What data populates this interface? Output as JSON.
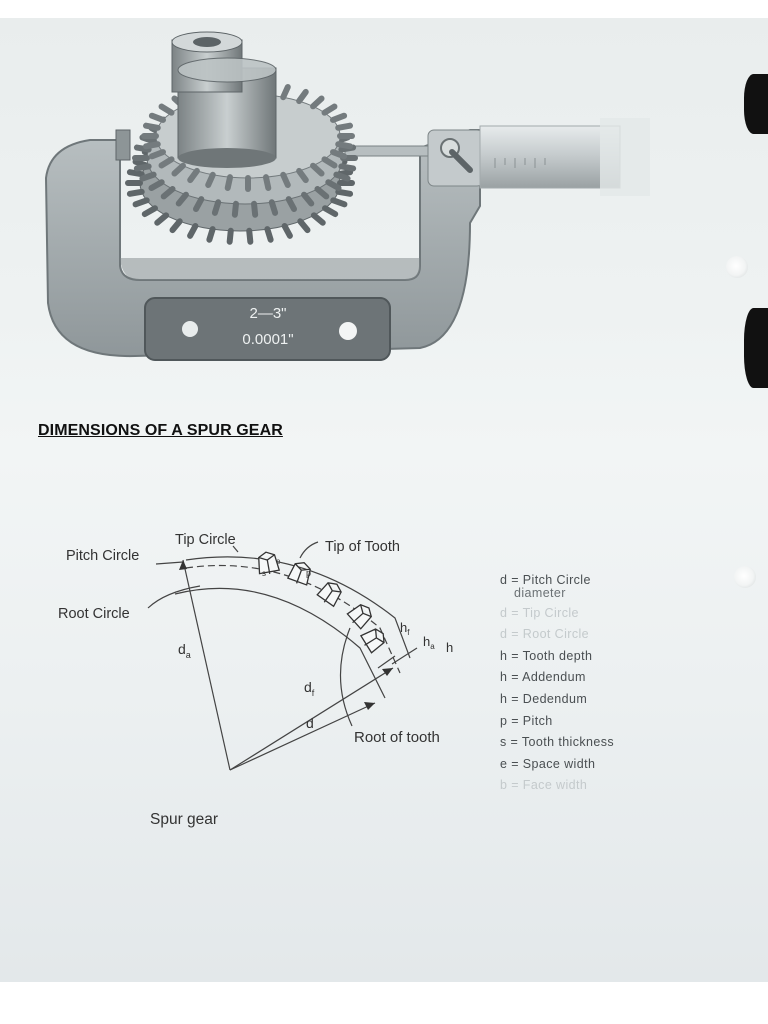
{
  "photo": {
    "plate_text": [
      "2—3\"",
      "0.0001\""
    ]
  },
  "section_heading": "DIMENSIONS OF A SPUR GEAR",
  "diagram": {
    "labels": {
      "pitch_circle": "Pitch Circle",
      "tip_circle": "Tip Circle",
      "tip_of_tooth": "Tip of Tooth",
      "root_circle": "Root Circle",
      "root_of_tooth": "Root of tooth",
      "caption": "Spur gear"
    },
    "symbols": {
      "da": "d",
      "da_sub": "a",
      "df": "d",
      "df_sub": "f",
      "d": "d",
      "hf": "h",
      "hf_sub": "f",
      "ha": "h",
      "ha_sub": "a",
      "h": "h",
      "p": "p",
      "e": "e",
      "s": "s"
    }
  },
  "legend": [
    {
      "text": "d = Pitch Circle",
      "cont": "diameter",
      "faded": false
    },
    {
      "text": "d  = Tip Circle",
      "faded": true
    },
    {
      "text": "d  = Root Circle",
      "faded": true
    },
    {
      "text": "h = Tooth depth",
      "faded": false
    },
    {
      "text": "h  = Addendum",
      "faded": false
    },
    {
      "text": "h  = Dedendum",
      "faded": false
    },
    {
      "text": "p = Pitch",
      "faded": false
    },
    {
      "text": "s = Tooth thickness",
      "faded": false
    },
    {
      "text": "e = Space width",
      "faded": false
    },
    {
      "text": "b = Face width",
      "faded": true
    }
  ]
}
